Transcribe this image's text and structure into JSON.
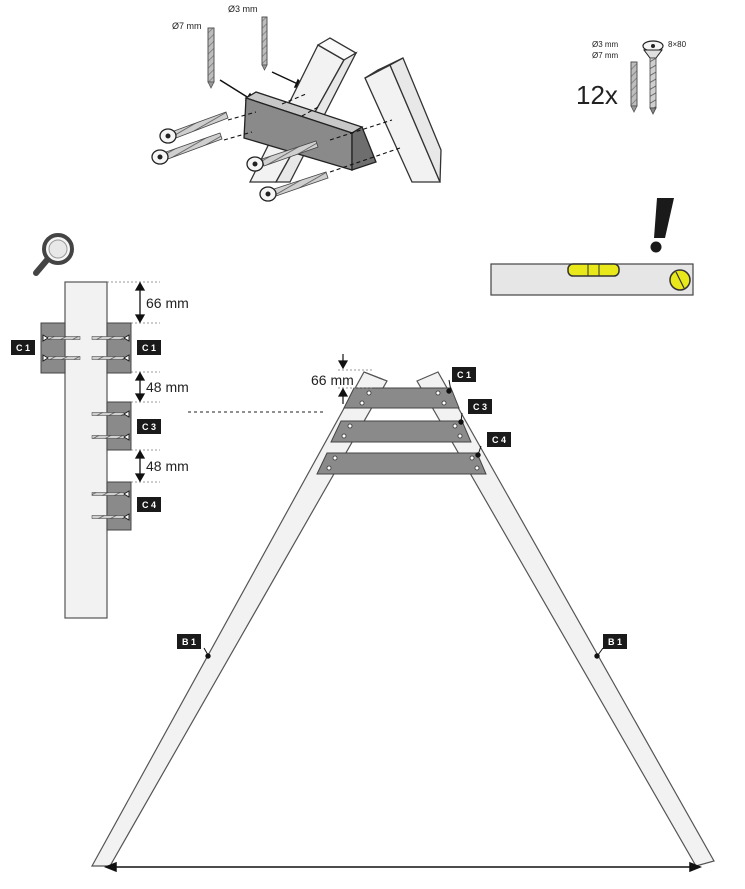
{
  "drill_bits": {
    "small": "Ø3 mm",
    "large": "Ø7 mm"
  },
  "hardware": {
    "quantity": "12x",
    "drill_small": "Ø3 mm",
    "drill_large": "Ø7 mm",
    "screw_size": "8×80"
  },
  "spacing": {
    "top": "66 mm",
    "middle": "48 mm",
    "bottom": "48 mm",
    "main_top": "66 mm"
  },
  "tags": {
    "c1_left": "C 1",
    "c1_right": "C 1",
    "c3_detail": "C 3",
    "c4_detail": "C 4",
    "c1_main": "C 1",
    "c3_main": "C 3",
    "c4_main": "C 4",
    "b1_left": "B 1",
    "b1_right": "B 1"
  },
  "icons": {
    "magnifier": "magnifier-icon",
    "warning": "exclamation-icon",
    "level": "spirit-level-icon"
  },
  "colors": {
    "wood": "#f2f2f2",
    "board": "#8a8a8a",
    "tag": "#1a1a1a",
    "bubble": "#e8e81a",
    "level_body": "#e6e6e6"
  }
}
